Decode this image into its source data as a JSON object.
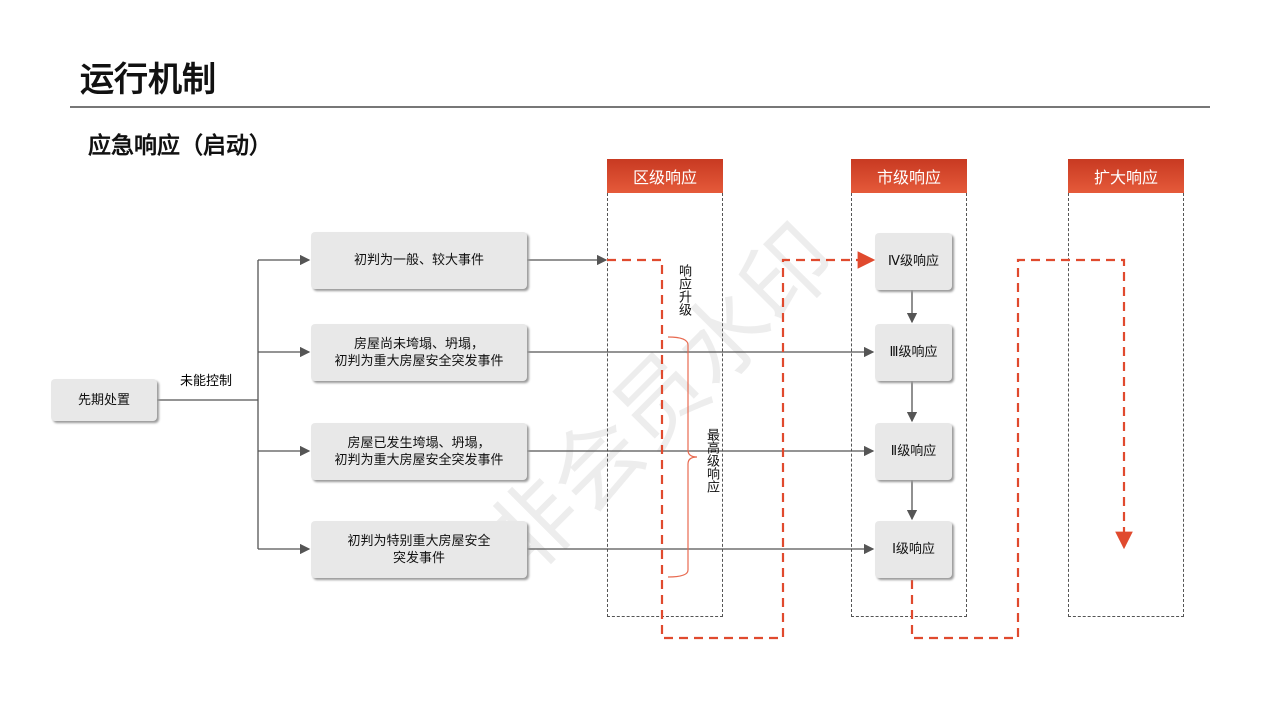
{
  "title": "运行机制",
  "subtitle": "应急响应（启动）",
  "columns": [
    "区级响应",
    "市级响应",
    "扩大响应"
  ],
  "start_box": "先期处置",
  "start_label": "未能控制",
  "event_boxes": [
    "初判为一般、较大事件",
    "房屋尚未垮塌、坍塌，\n初判为重大房屋安全突发事件",
    "房屋已发生垮塌、坍塌，\n初判为重大房屋安全突发事件",
    "初判为特别重大房屋安全\n突发事件"
  ],
  "level_boxes": [
    "Ⅳ级响应",
    "Ⅲ级响应",
    "Ⅱ级响应",
    "Ⅰ级响应"
  ],
  "upgrade_label": "响应升级",
  "max_label": "最高级响应",
  "watermark": "非会员水印",
  "colors": {
    "accent": "#e04a2e",
    "line": "#555555"
  }
}
